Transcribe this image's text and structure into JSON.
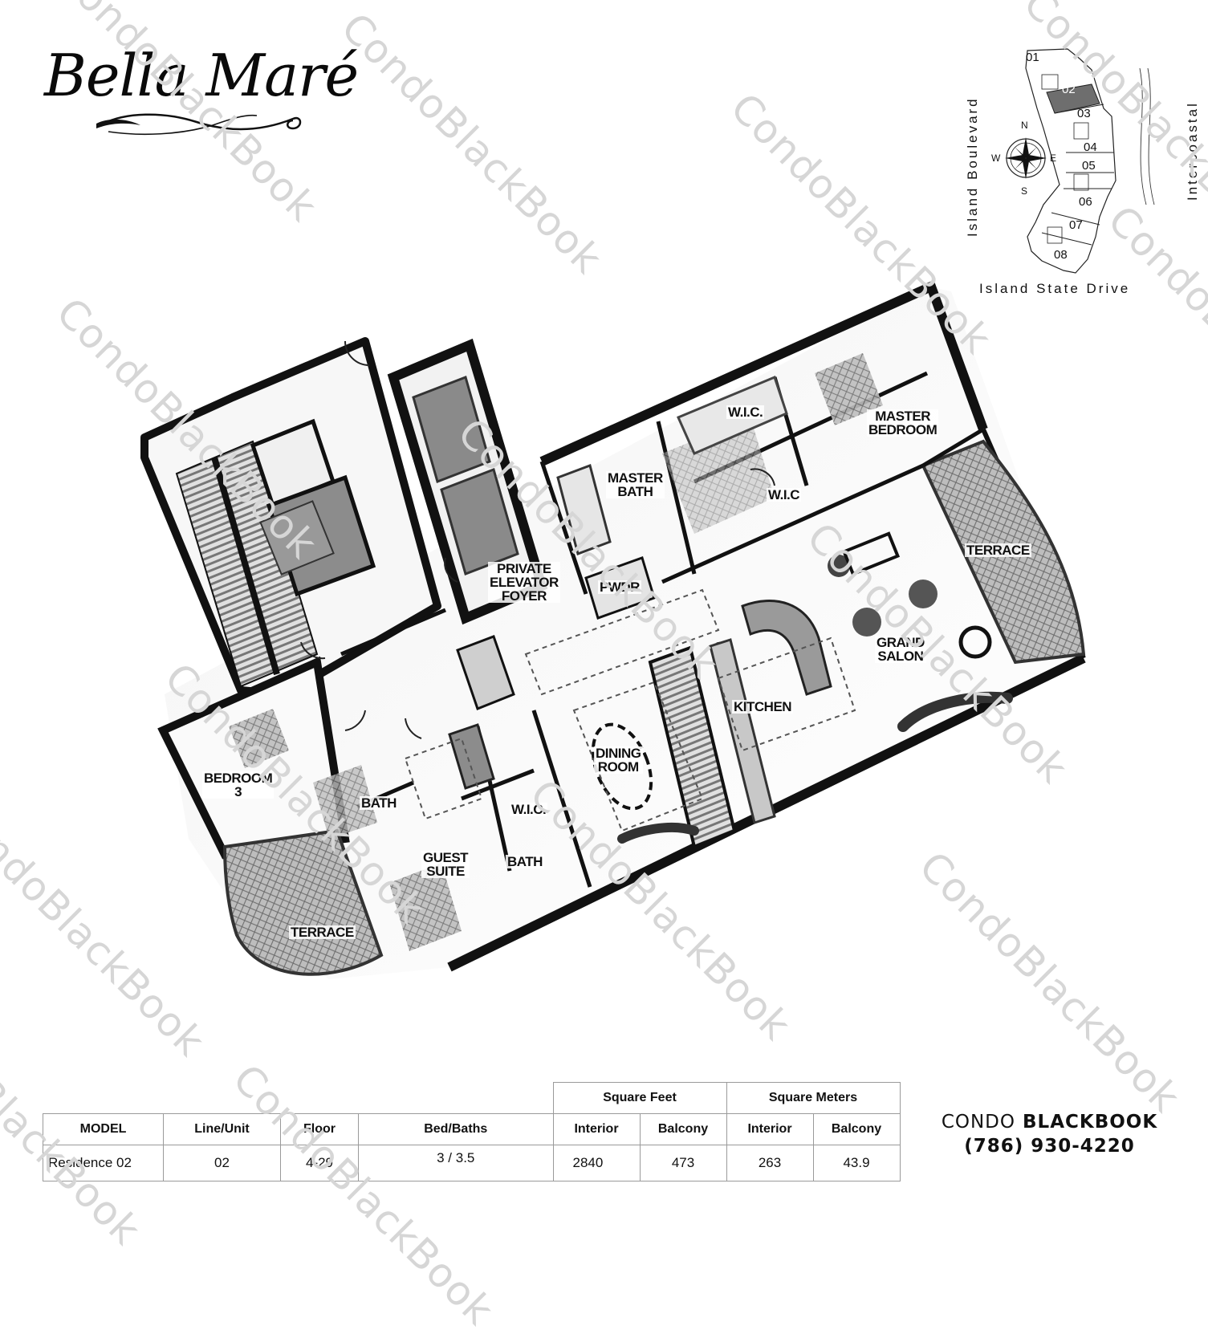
{
  "header": {
    "logo_text": "Bella Maré"
  },
  "key_plan": {
    "road_west": "Island Boulevard",
    "water_east": "Intercoastal",
    "road_south": "Island State Drive",
    "compass": {
      "n": "N",
      "s": "S",
      "e": "E",
      "w": "W"
    },
    "units": [
      "01",
      "02",
      "03",
      "04",
      "05",
      "06",
      "07",
      "08"
    ],
    "highlighted_unit": "02",
    "highlight_color": "#6e6e6e"
  },
  "floor_plan": {
    "rooms": {
      "master_bedroom": "MASTER\nBEDROOM",
      "wic_1": "W.I.C.",
      "wic_2": "W.I.C",
      "master_bath": "MASTER\nBATH",
      "terrace_east": "TERRACE",
      "private_elevator_foyer": "PRIVATE\nELEVATOR\nFOYER",
      "powder": "PWDR",
      "grand_salon": "GRAND\nSALON",
      "kitchen": "KITCHEN",
      "dining_room": "DINING\nROOM",
      "bedroom_3": "BEDROOM\n3",
      "bath_1": "BATH",
      "wic_3": "W.I.C.",
      "guest_suite": "GUEST\nSUITE",
      "bath_2": "BATH",
      "terrace_west": "TERRACE"
    }
  },
  "spec_table": {
    "group_headers": {
      "sqft": "Square Feet",
      "sqm": "Square Meters"
    },
    "columns": [
      "MODEL",
      "Line/Unit",
      "Floor",
      "Bed/Baths",
      "Interior",
      "Balcony",
      "Interior",
      "Balcony"
    ],
    "row": {
      "model": "Residence 02",
      "line_unit": "02",
      "floor": "4-29",
      "bed_baths": "3 / 3.5",
      "sqft_interior": "2840",
      "sqft_balcony": "473",
      "sqm_interior": "263",
      "sqm_balcony": "43.9"
    }
  },
  "contact": {
    "brand_a": "CONDO",
    "brand_b": "BLACKBOOK",
    "phone": "(786) 930-4220"
  },
  "watermark": {
    "text": "CondoBlackBook",
    "color": "#d6d6d6"
  }
}
